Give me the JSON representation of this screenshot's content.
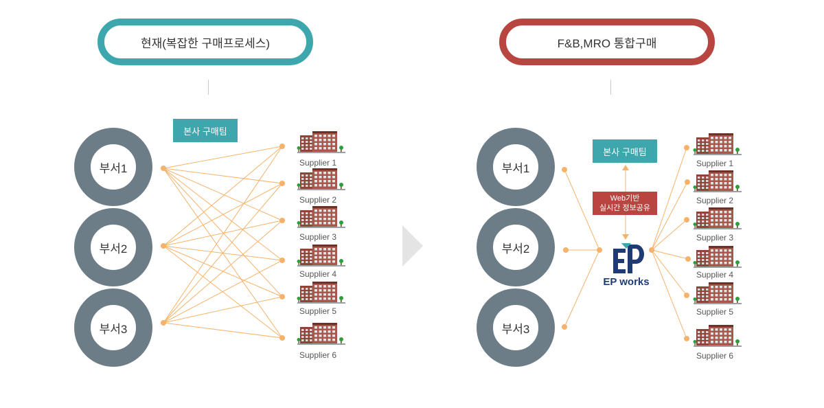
{
  "left_panel": {
    "title": "현재(복잡한 구매프로세스)",
    "hq_label": "본사 구매팀",
    "departments": [
      "부서1",
      "부서2",
      "부서3"
    ],
    "suppliers": [
      "Supplier 1",
      "Supplier 2",
      "Supplier 3",
      "Supplier 4",
      "Supplier 5",
      "Supplier 6"
    ]
  },
  "right_panel": {
    "title": "F&B,MRO 통합구매",
    "hq_label": "본사 구매팀",
    "web_box": {
      "line1": "Web기반",
      "line2": "실시간 정보공유"
    },
    "brand": "EP works",
    "departments": [
      "부서1",
      "부서2",
      "부서3"
    ],
    "suppliers": [
      "Supplier 1",
      "Supplier 2",
      "Supplier 3",
      "Supplier 4",
      "Supplier 5",
      "Supplier 6"
    ]
  },
  "colors": {
    "teal": "#3da7ad",
    "red": "#b8453f",
    "ring_gray": "#6d7d87",
    "connector_orange": "#f6b26b",
    "brand_blue": "#1e3b75",
    "building_brick": "#a8584a"
  },
  "icons": {
    "building": "building-icon",
    "tree": "tree-icon",
    "arrow": "chevron-right-icon",
    "logo": "ep-logo-icon"
  }
}
